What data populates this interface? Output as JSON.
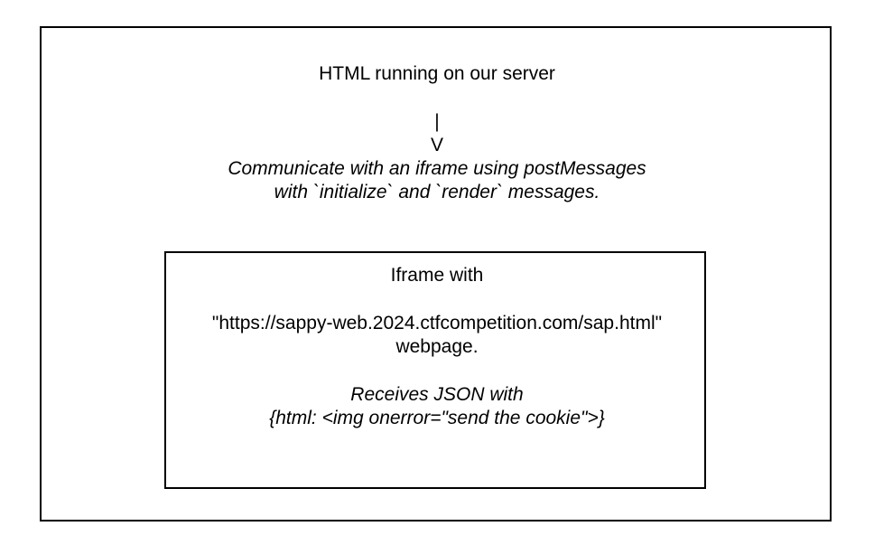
{
  "outer": {
    "title": "HTML running on our server",
    "arrow_stem": "|",
    "arrow_head": "V",
    "description_line1": "Communicate with an iframe using postMessages",
    "description_line2": "with `initialize` and `render` messages."
  },
  "inner": {
    "title": "Iframe with",
    "url": "\"https://sappy-web.2024.ctfcompetition.com/sap.html\"",
    "url_suffix": "webpage.",
    "receives_line1": "Receives JSON with",
    "receives_line2": "{html: <img onerror=\"send the cookie\">}"
  }
}
